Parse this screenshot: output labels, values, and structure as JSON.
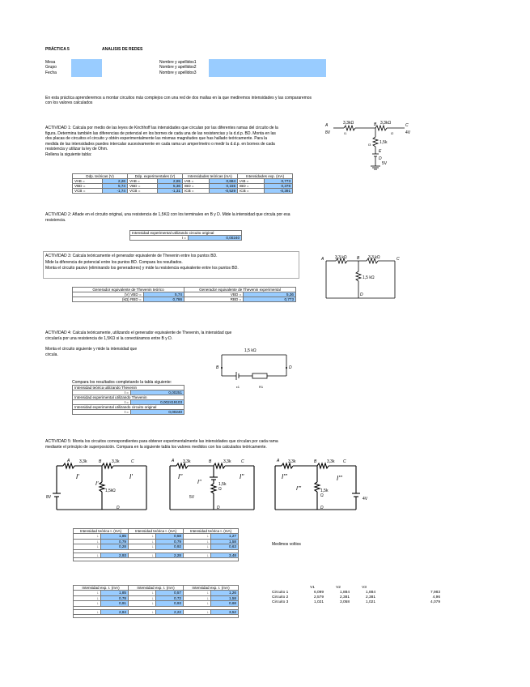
{
  "header": {
    "practica": "PRÁCTICA 5",
    "title": "ANALISIS DE REDES"
  },
  "fields": {
    "mesa": "Mesa",
    "grupo": "Grupo",
    "fecha": "Fecha",
    "nombre1": "Nombre y apellidos1",
    "nombre2": "Nombre y apellidos2",
    "nombre3": "Nombre y apellidos3"
  },
  "intro": [
    "En esta práctica aprenderemos a montar circuitos más complejos con una red de dos mallas en la que mediremos intensidades y las compararemos",
    "con los valores calculados"
  ],
  "act1": {
    "lines": [
      "ACTIVIDAD 1: Calcula por medio de las leyes de Kirchhoff las intensidades que circulan por las diferentes ramas del circuito de la",
      "figura. Determina también las diferencias de potencial en los bornes de cada una de las resistencias y la d.d.p. BD. Monta en las",
      "dos placas de circuitos el circuito y obtén experimentalmente las mismas magnitudes que has hallado teóricamente. Para la",
      "medida de las intensidades puedes intercalar sucesivamente en cada rama un amperímetro o medir la d.d.p. en bornes de cada",
      "resistencia y utilizar la ley de Ohm.",
      "Rellena la siguiente tabla:"
    ],
    "headers": [
      "Ddp. teóricas (V)",
      "Ddp. experimentales (V)",
      "Intensidades teóricas (mA)",
      "Intensidades exp. (mA)"
    ],
    "rows": [
      [
        "VAB =",
        "2,26",
        "VAB =",
        "2,65",
        "IAB =",
        "0,684",
        "IAB =",
        "0,773"
      ],
      [
        "VBD =",
        "5,74",
        "VBD =",
        "5,36",
        "IBD =",
        "0,155",
        "IBD =",
        "0,378"
      ],
      [
        "VCB =",
        "-1,74",
        "VCB =",
        "-1,31",
        "ICB =",
        "-0,529",
        "ICB =",
        "-0,391"
      ]
    ]
  },
  "act2": {
    "lines": [
      "ACTIVIDAD 2: Añade en el circuito original, una resistencia de 1,5KΩ con los terminales en B y D. Mide la intensidad que circula por esa",
      "resistencia."
    ],
    "table_header": "Intensidad experimental utilizando circuito original",
    "label": "I =",
    "value": "0,00240"
  },
  "act3": {
    "lines": [
      "ACTIVIDAD 3: Calcula teóricamente el generador equivalente de Thevenin entre los puntos  BD.",
      "Mide la diferencia de potencial entre los puntos BD. Compara los resultados.",
      "Monta el circuito pasivo (eliminando los generadores) y mide la resistencia equivalente entre los puntos BD."
    ],
    "headers": [
      "Generador equivalente de Thevenin teórico",
      "Generador equivalente de Thevenin experimental"
    ],
    "rows": [
      [
        "(V) VBD =",
        "5,74",
        "VBD =",
        "5,36"
      ],
      [
        "(kΩ) RBD =",
        "0,786",
        "RBD =",
        "0,773"
      ]
    ]
  },
  "act4": {
    "lines": [
      "ACTIVIDAD 4: Calcula teóricamente, utilizando el generador equivalente de Thevenin, la intensidad que",
      "circularía por una resistencia de 1,5KΩ si la conectáramos entre B y D."
    ],
    "mount": [
      "Monta el circuito siguiente y mide la intensidad que",
      "circula."
    ],
    "compare": "Compara los resultados completando la tabla siguiente:",
    "rows": [
      {
        "header": "Intensidad teórica utilizando Thevenin",
        "label": "I =",
        "value": "0,00251"
      },
      {
        "header": "Intensidad experimental utilizando Thevenin",
        "label": "I =",
        "value": "0,002419103"
      },
      {
        "header": "Intensidad experimental utilizando circuito original",
        "label": "I =",
        "value": "0,00240"
      }
    ]
  },
  "act5": {
    "lines": [
      "ACTIVIDAD 5: Monta los circuitos correspondientes para obtener experimentalmente las intensidades que circulan por cada rama",
      "mediante el principio de superposición. Compara en la siguiente tabla los valores medidos con los calculados teóricamente."
    ],
    "theo_headers": [
      "Intensidad teórica I. (mA)",
      "Intensidad teórica I. (mA)",
      "Intensidad teórica I. (mA)"
    ],
    "theo_vals": [
      [
        "1,85",
        "0,58",
        "1,27"
      ],
      [
        "0,79",
        "0,79",
        "1,58"
      ],
      [
        "0,28",
        "0,92",
        "0,63"
      ],
      [
        "2,93",
        "2,28",
        "3,48"
      ]
    ],
    "exp_headers": [
      "Intensidad exp. I. (mA)",
      "Intensidad exp. I. (mA)",
      "Intensidad exp. I. (mA)"
    ],
    "exp_vals": [
      [
        "1,85",
        "0,57",
        "1,26"
      ],
      [
        "0,78",
        "0,72",
        "1,58"
      ],
      [
        "0,91",
        "0,93",
        "0,68"
      ],
      [
        "2,84",
        "2,22",
        "3,52"
      ]
    ],
    "medimos": "Medimos voltios",
    "volt_headers": [
      "V1",
      "V2",
      "V3"
    ],
    "volt_rows": [
      [
        "Circuito 1",
        "6,099",
        "1,884",
        "1,884",
        "7,983"
      ],
      [
        "Circuito 2",
        "2,579",
        "2,381",
        "2,381",
        "4,96"
      ],
      [
        "Circuito 3",
        "1,021",
        "3,058",
        "1,021",
        "4,079"
      ]
    ]
  },
  "circuit": {
    "r1": "3,3kΩ",
    "r2": "3,3kΩ",
    "r3": "1,5k",
    "v1": "8V",
    "v2": "5V",
    "v3": "4V",
    "nodes": [
      "A",
      "B",
      "C",
      "D",
      "E"
    ],
    "i1": "I1",
    "i2": "I2",
    "i3": "I3",
    "th_r1": "3,3 kΩ",
    "th_r2": "3,3 kΩ",
    "th_r3": "1,5 kΩ",
    "r15": "1,5 kΩ",
    "e1": "ε1",
    "r1th": "R1",
    "sp_r": "3,3k",
    "sp_r3": "1,5k",
    "sp_omega": "Ω",
    "sp_ohm": "Ω",
    "sp_v1": "8V",
    "sp_v2": "5V",
    "sp_v3": "4V",
    "sp_I1": "I'",
    "sp_I2": "I''",
    "sp_I3": "I'''"
  }
}
